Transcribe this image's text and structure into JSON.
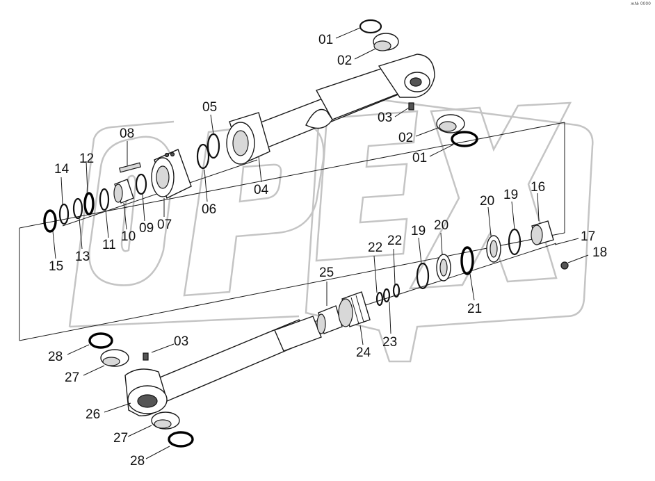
{
  "watermark": "OPEX",
  "corner_mark": "ж№ 0000",
  "part_labels": [
    {
      "id": "01a",
      "text": "01"
    },
    {
      "id": "02a",
      "text": "02"
    },
    {
      "id": "03a",
      "text": "03"
    },
    {
      "id": "02b",
      "text": "02"
    },
    {
      "id": "01b",
      "text": "01"
    },
    {
      "id": "05",
      "text": "05"
    },
    {
      "id": "08",
      "text": "08"
    },
    {
      "id": "04",
      "text": "04"
    },
    {
      "id": "06",
      "text": "06"
    },
    {
      "id": "07",
      "text": "07"
    },
    {
      "id": "09",
      "text": "09"
    },
    {
      "id": "10",
      "text": "10"
    },
    {
      "id": "11",
      "text": "11"
    },
    {
      "id": "12",
      "text": "12"
    },
    {
      "id": "13",
      "text": "13"
    },
    {
      "id": "14",
      "text": "14"
    },
    {
      "id": "15",
      "text": "15"
    },
    {
      "id": "16",
      "text": "16"
    },
    {
      "id": "19a",
      "text": "19"
    },
    {
      "id": "20a",
      "text": "20"
    },
    {
      "id": "17",
      "text": "17"
    },
    {
      "id": "18",
      "text": "18"
    },
    {
      "id": "22a",
      "text": "22"
    },
    {
      "id": "22b",
      "text": "22"
    },
    {
      "id": "19b",
      "text": "19"
    },
    {
      "id": "20b",
      "text": "20"
    },
    {
      "id": "21",
      "text": "21"
    },
    {
      "id": "25",
      "text": "25"
    },
    {
      "id": "23",
      "text": "23"
    },
    {
      "id": "24",
      "text": "24"
    },
    {
      "id": "03b",
      "text": "03"
    },
    {
      "id": "28a",
      "text": "28"
    },
    {
      "id": "27a",
      "text": "27"
    },
    {
      "id": "26",
      "text": "26"
    },
    {
      "id": "27b",
      "text": "27"
    },
    {
      "id": "28b",
      "text": "28"
    }
  ]
}
